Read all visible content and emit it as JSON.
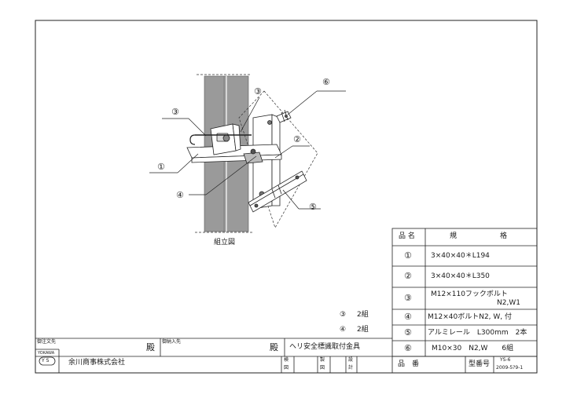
{
  "drawing": {
    "caption": "組立図",
    "callouts": [
      "①",
      "②",
      "③",
      "④",
      "⑤",
      "⑥"
    ]
  },
  "parts_table": {
    "header": {
      "item": "品 名",
      "spec": "規",
      "spec2": "格"
    },
    "rows": [
      {
        "mark": "①",
        "spec": "3×40×40＊L194",
        "spec2": ""
      },
      {
        "mark": "②",
        "spec": "3×40×40＊L350",
        "spec2": ""
      },
      {
        "mark": "③",
        "spec": "M12×110フックボルト",
        "spec2": "N2,W1"
      },
      {
        "mark": "④",
        "spec": "M12×40ボルトN2, W, 付",
        "spec2": ""
      },
      {
        "mark": "⑤",
        "spec": "アルミレール　L300mm　2本",
        "spec2": ""
      },
      {
        "mark": "⑥",
        "spec": "M10×30　N2,W　　6組",
        "spec2": ""
      }
    ]
  },
  "quantities": [
    {
      "mark": "③",
      "qty": "2組"
    },
    {
      "mark": "④",
      "qty": "2組"
    }
  ],
  "title_block": {
    "customer_label": "御注文先",
    "customer_suffix": "殿",
    "delivery_label": "御納入先",
    "delivery_suffix": "殿",
    "title": "ヘリ安全標識取付金具",
    "logo_top": "YOKAWA",
    "logo_mark": "Y S",
    "company": "余川商事株式会社",
    "check_labels": [
      "検",
      "図",
      "製",
      "図",
      "設",
      "計"
    ],
    "part_no_label": "品　番",
    "drawing_no_label": "型番号",
    "drawing_no": "YS-6",
    "drawing_date": "2009-5?9-1"
  }
}
